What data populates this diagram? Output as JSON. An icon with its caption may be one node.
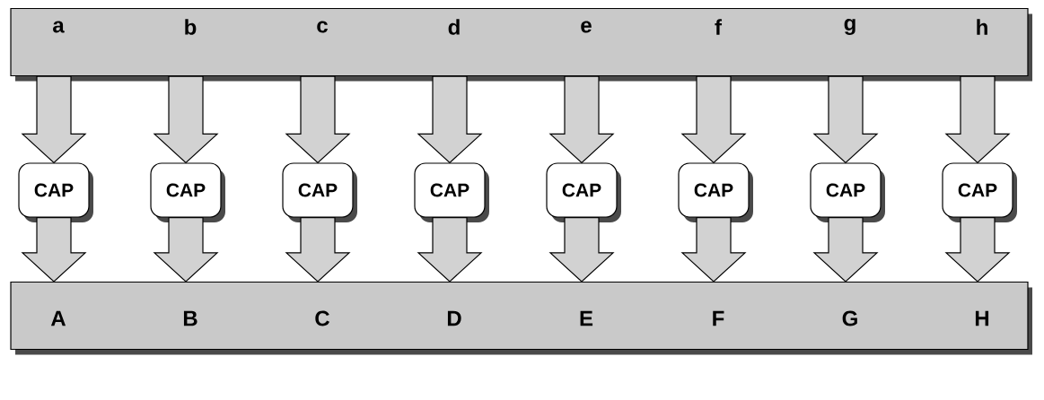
{
  "diagram": {
    "nodes": [
      {
        "text": [
          "a",
          "b",
          "c",
          "d",
          "e",
          "f",
          "g",
          "h"
        ]
      },
      {
        "text": [
          "CAP"
        ]
      },
      {
        "text": [
          "CAP"
        ]
      },
      {
        "text": [
          "CAP"
        ]
      },
      {
        "text": [
          "CAP"
        ]
      },
      {
        "text": [
          "CAP"
        ]
      },
      {
        "text": [
          "CAP"
        ]
      },
      {
        "text": [
          "CAP"
        ]
      },
      {
        "text": [
          "CAP"
        ]
      },
      {
        "text": [
          "A",
          "B",
          "C",
          "D",
          "E",
          "F",
          "G",
          "H"
        ]
      }
    ],
    "edges": [
      {
        "from": 0,
        "to": 1,
        "arrow": "to"
      },
      {
        "from": 0,
        "to": 2,
        "arrow": "to"
      },
      {
        "from": 0,
        "to": 3,
        "arrow": "to"
      },
      {
        "from": 0,
        "to": 4,
        "arrow": "to"
      },
      {
        "from": 0,
        "to": 5,
        "arrow": "to"
      },
      {
        "from": 0,
        "to": 6,
        "arrow": "to"
      },
      {
        "from": 0,
        "to": 7,
        "arrow": "to"
      },
      {
        "from": 0,
        "to": 8,
        "arrow": "to"
      },
      {
        "from": 1,
        "to": 9,
        "arrow": "to"
      },
      {
        "from": 2,
        "to": 9,
        "arrow": "to"
      },
      {
        "from": 3,
        "to": 9,
        "arrow": "to"
      },
      {
        "from": 4,
        "to": 9,
        "arrow": "to"
      },
      {
        "from": 5,
        "to": 9,
        "arrow": "to"
      },
      {
        "from": 6,
        "to": 9,
        "arrow": "to"
      },
      {
        "from": 7,
        "to": 9,
        "arrow": "to"
      },
      {
        "from": 8,
        "to": 9,
        "arrow": "to"
      }
    ]
  }
}
